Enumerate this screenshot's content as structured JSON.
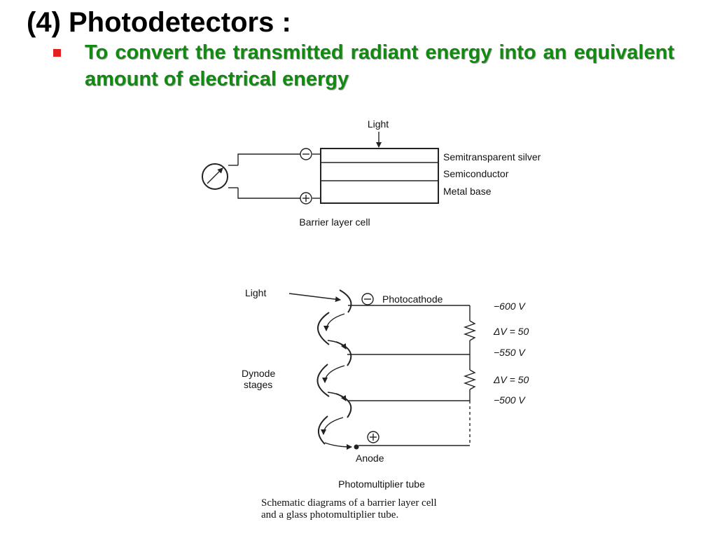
{
  "slide": {
    "title": "(4) Photodetectors :",
    "bullet": "To convert the transmitted radiant energy into an equivalent amount of electrical energy",
    "bullet_color": "#e41f1f",
    "text_color": "#128a12"
  },
  "barrier_cell": {
    "light": "Light",
    "layers": [
      "Semitransparent silver",
      "Semiconductor",
      "Metal base"
    ],
    "caption": "Barrier layer cell"
  },
  "photomultiplier": {
    "light": "Light",
    "photocathode": "Photocathode",
    "dynode_stages": [
      "Dynode",
      "stages"
    ],
    "anode": "Anode",
    "voltages": [
      "−600 V",
      "ΔV = 50",
      "−550 V",
      "ΔV = 50",
      "−500 V"
    ],
    "caption": "Photomultiplier tube"
  },
  "figure_caption": [
    "Schematic diagrams of a barrier layer cell",
    "and a glass photomultiplier tube."
  ]
}
